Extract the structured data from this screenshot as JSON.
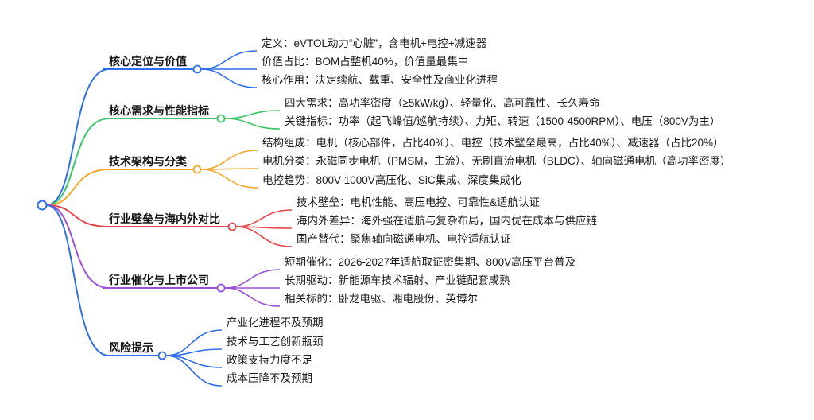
{
  "branches": [
    {
      "label": "核心定位与价值",
      "color": "#2f6fe8",
      "items": [
        "定义：eVTOL动力“心脏”，含电机+电控+减速器",
        "价值占比：BOM占整机40%，价值量最集中",
        "核心作用：决定续航、载重、安全性及商业化进程"
      ]
    },
    {
      "label": "核心需求与性能指标",
      "color": "#3cc46a",
      "items": [
        "四大需求：高功率密度（≥5kW/kg）、轻量化、高可靠性、长久寿命",
        "关键指标：功率（起飞峰值/巡航持续）、力矩、转速（1500-4500RPM）、电压（800V为主）"
      ]
    },
    {
      "label": "技术架构与分类",
      "color": "#f2a92a",
      "items": [
        "结构组成：电机（核心部件，占比40%）、电控（技术壁垒最高，占比40%）、减速器（占比20%）",
        "电机分类：永磁同步电机（PMSM，主流）、无刷直流电机（BLDC）、轴向磁通电机（高功率密度）",
        "电控趋势：800V-1000V高压化、SiC集成、深度集成化"
      ]
    },
    {
      "label": "行业壁垒与海内外对比",
      "color": "#e8474a",
      "items": [
        "技术壁垒：电机性能、高压电控、可靠性&适航认证",
        "海内外差异：海外强在适航与复杂布局，国内优在成本与供应链",
        "国产替代：聚焦轴向磁通电机、电控适航认证"
      ]
    },
    {
      "label": "行业催化与上市公司",
      "color": "#9a4fd6",
      "items": [
        "短期催化：2026-2027年适航取证密集期、800V高压平台普及",
        "长期驱动：新能源车技术辐射、产业链配套成熟",
        "相关标的：卧龙电驱、湘电股份、英博尔"
      ]
    },
    {
      "label": "风险提示",
      "color": "#2f6fe8",
      "items": [
        "产业化进程不及预期",
        "技术与工艺创新瓶颈",
        "政策支持力度不足",
        "成本压降不及预期"
      ]
    }
  ]
}
